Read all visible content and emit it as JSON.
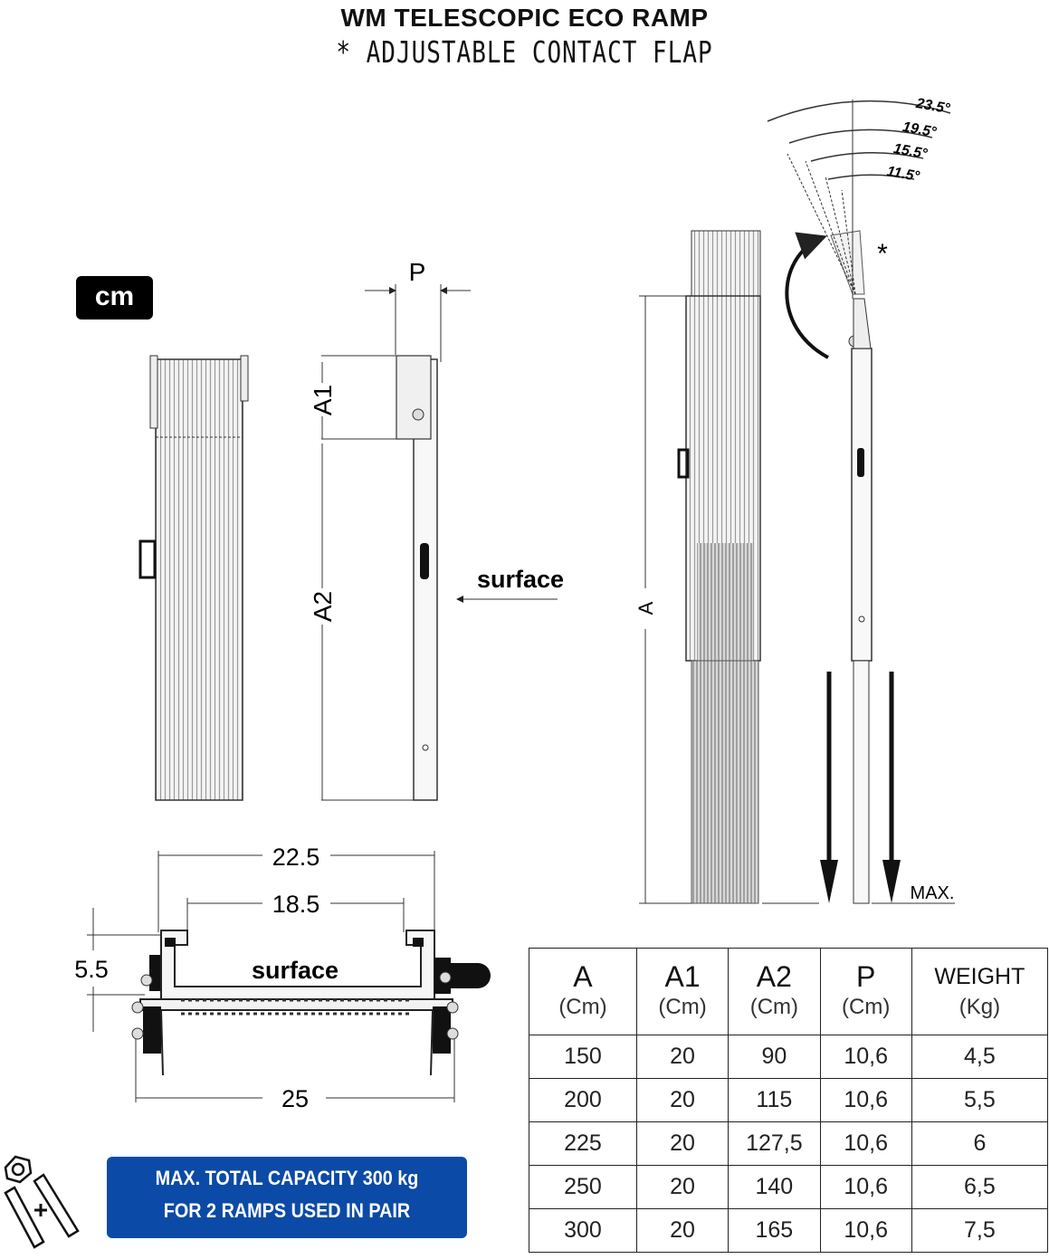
{
  "title": "WM TELESCOPIC ECO RAMP",
  "subtitle": "* ADJUSTABLE CONTACT FLAP",
  "unit_badge": "cm",
  "side_view": {
    "p_label": "P",
    "a1_label": "A1",
    "a2_label": "A2",
    "surface_label": "surface"
  },
  "extended_view": {
    "a_label": "A",
    "max_label": "MAX.",
    "star_label": "*",
    "angles": [
      "23.5°",
      "19.5°",
      "15.5°",
      "11.5°"
    ]
  },
  "section_view": {
    "width_outer": "22.5",
    "width_inner": "18.5",
    "height": "5.5",
    "total_width": "25",
    "surface_label": "surface"
  },
  "capacity": {
    "line1": "MAX. TOTAL CAPACITY 300 kg",
    "line2": "FOR 2 RAMPS USED IN PAIR"
  },
  "table": {
    "headers": [
      {
        "label": "A",
        "unit": "(Cm)"
      },
      {
        "label": "A1",
        "unit": "(Cm)"
      },
      {
        "label": "A2",
        "unit": "(Cm)"
      },
      {
        "label": "P",
        "unit": "(Cm)"
      },
      {
        "label": "WEIGHT",
        "unit": "(Kg)"
      }
    ],
    "rows": [
      [
        "150",
        "20",
        "90",
        "10,6",
        "4,5"
      ],
      [
        "200",
        "20",
        "115",
        "10,6",
        "5,5"
      ],
      [
        "225",
        "20",
        "127,5",
        "10,6",
        "6"
      ],
      [
        "250",
        "20",
        "140",
        "10,6",
        "6,5"
      ],
      [
        "300",
        "20",
        "165",
        "10,6",
        "7,5"
      ]
    ]
  }
}
